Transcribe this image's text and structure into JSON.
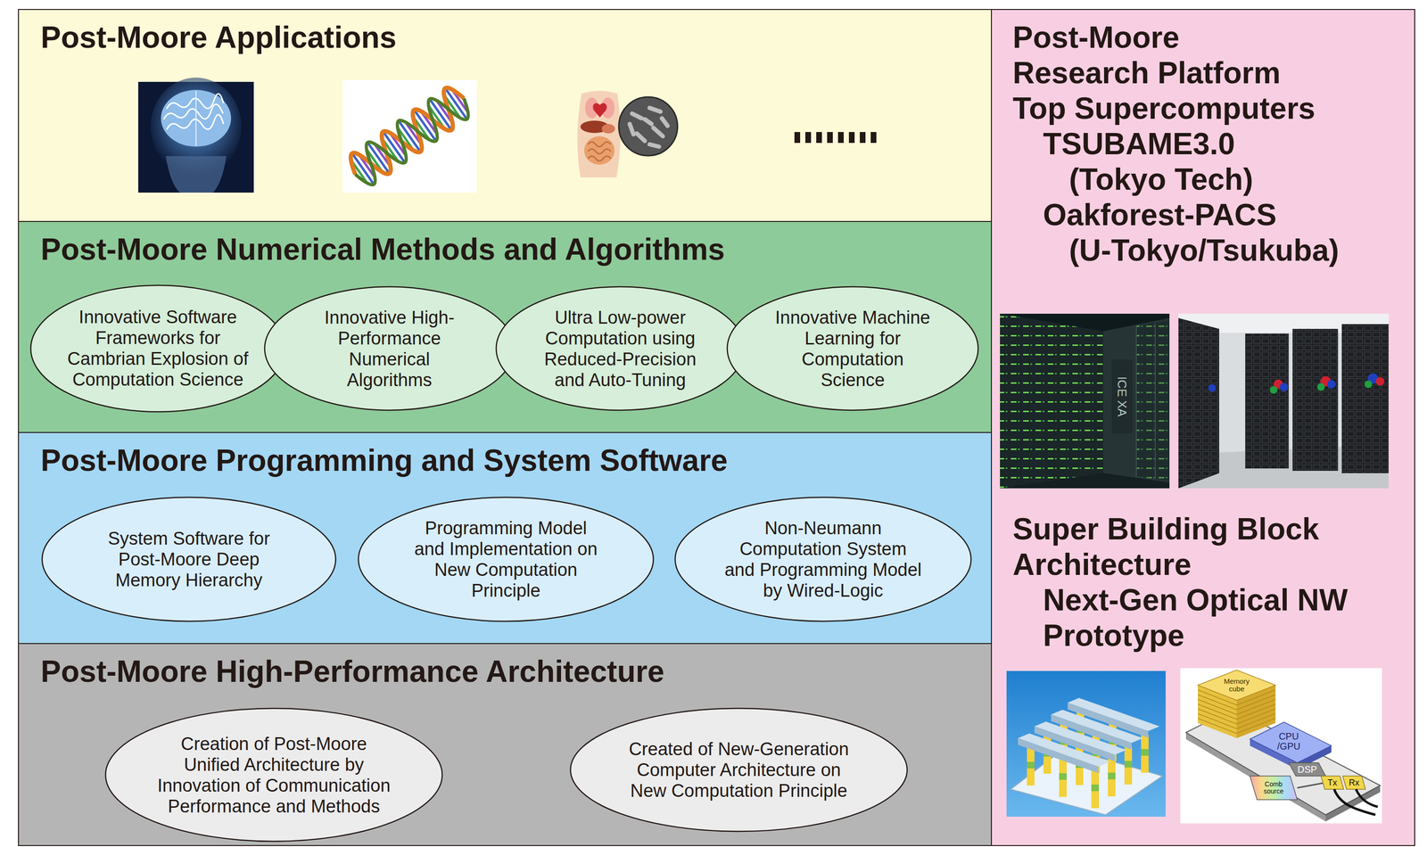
{
  "diagram": {
    "nodes": [
      {
        "text": [
          "Post-Moore Applications"
        ]
      },
      {
        "text": [
          "Post-Moore Numerical Methods and Algorithms"
        ]
      },
      {
        "text": [
          "Innovative Software Frameworks for Cambrian Explosion of Computation Science"
        ],
        "in": 1
      },
      {
        "text": [
          "Innovative High-Performance Numerical Algorithms"
        ],
        "in": 1
      },
      {
        "text": [
          "Ultra Low-power Computation using Reduced-Precision and Auto-Tuning"
        ],
        "in": 1
      },
      {
        "text": [
          "Innovative Machine Learning for Computation Science"
        ],
        "in": 1
      },
      {
        "text": [
          "Post-Moore Programming and System Software"
        ]
      },
      {
        "text": [
          "System Software for Post-Moore Deep Memory Hierarchy"
        ],
        "in": 6
      },
      {
        "text": [
          "Programming Model and Implementation on New Computation Principle"
        ],
        "in": 6
      },
      {
        "text": [
          "Non-Neumann Computation System and Programming Model by Wired-Logic"
        ],
        "in": 6
      },
      {
        "text": [
          "Post-Moore High-Performance Architecture"
        ]
      },
      {
        "text": [
          "Creation of Post-Moore Unified Architecture by Innovation of Communication Performance and Methods"
        ],
        "in": 10
      },
      {
        "text": [
          "Created of New-Generation Computer Architecture on New Computation Principle"
        ],
        "in": 10
      },
      {
        "text": [
          "Post-Moore Research Platform",
          "Top Supercomputers",
          "TSUBAME3.0",
          "(Tokyo Tech)",
          "Oakforest-PACS",
          "(U-Tokyo/Tsukuba)",
          "Super Building Block Architecture",
          "Next-Gen Optical NW Prototype"
        ]
      }
    ],
    "labels": [
      "ICE XA",
      "Memory cube",
      "CPU /GPU",
      "DSP",
      "Comb source",
      "Tx",
      "Rx"
    ]
  }
}
